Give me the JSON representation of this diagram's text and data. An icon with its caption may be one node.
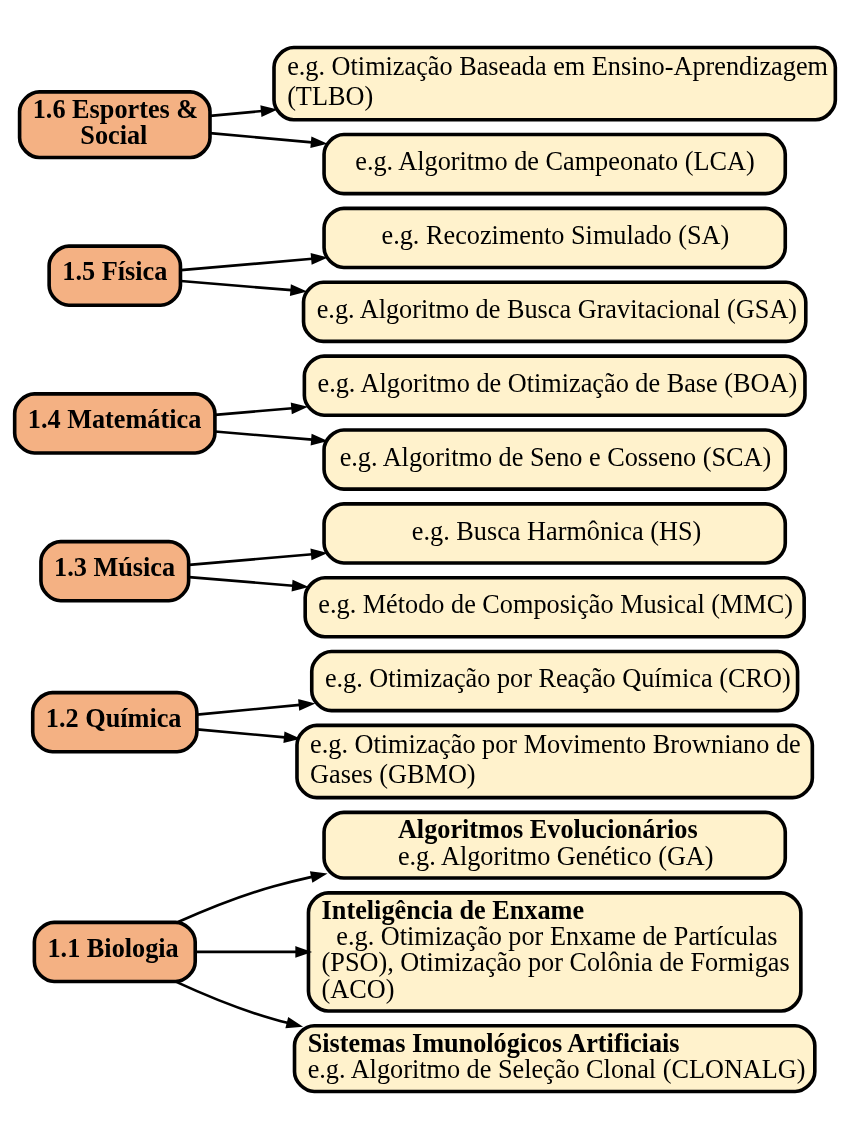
{
  "diagram": {
    "nodes": [
      {
        "text": [
          "1.1 Biologia"
        ]
      },
      {
        "text": [
          "Algoritmos Evolucionários",
          "e.g. Algoritmo Genético (GA)"
        ]
      },
      {
        "text": [
          "Inteligência de Enxame",
          "e.g. Otimização por Enxame de Partículas (PSO), Otimização por Colônia de Formigas (ACO)"
        ]
      },
      {
        "text": [
          "Sistemas Imunológicos Artificiais",
          "e.g. Algoritmo de Seleção Clonal (CLONALG)"
        ]
      },
      {
        "text": [
          "1.2 Química"
        ]
      },
      {
        "text": [
          "e.g. Otimização por Reação Química (CRO)"
        ]
      },
      {
        "text": [
          "e.g. Otimização por Movimento Browniano de Gases (GBMO)"
        ]
      },
      {
        "text": [
          "1.3 Música"
        ]
      },
      {
        "text": [
          "e.g. Busca Harmônica (HS)"
        ]
      },
      {
        "text": [
          "e.g. Método de Composição Musical (MMC)"
        ]
      },
      {
        "text": [
          "1.4 Matemática"
        ]
      },
      {
        "text": [
          "e.g. Algoritmo de Otimização de Base (BOA)"
        ]
      },
      {
        "text": [
          "e.g. Algoritmo de Seno e Cosseno (SCA)"
        ]
      },
      {
        "text": [
          "1.5 Física"
        ]
      },
      {
        "text": [
          "e.g. Recozimento Simulado (SA)"
        ]
      },
      {
        "text": [
          "e.g. Algoritmo de Busca Gravitacional (GSA)"
        ]
      },
      {
        "text": [
          "1.6 Esportes & Social"
        ]
      },
      {
        "text": [
          "e.g. Otimização Baseada em Ensino-Aprendizagem (TLBO)"
        ]
      },
      {
        "text": [
          "e.g. Algoritmo de Campeonato (LCA)"
        ]
      }
    ],
    "edges": [
      {
        "from": 0,
        "to": 1,
        "arrow": "to"
      },
      {
        "from": 0,
        "to": 2,
        "arrow": "to"
      },
      {
        "from": 0,
        "to": 3,
        "arrow": "to"
      },
      {
        "from": 4,
        "to": 5,
        "arrow": "to"
      },
      {
        "from": 4,
        "to": 6,
        "arrow": "to"
      },
      {
        "from": 7,
        "to": 8,
        "arrow": "to"
      },
      {
        "from": 7,
        "to": 9,
        "arrow": "to"
      },
      {
        "from": 10,
        "to": 11,
        "arrow": "to"
      },
      {
        "from": 10,
        "to": 12,
        "arrow": "to"
      },
      {
        "from": 13,
        "to": 14,
        "arrow": "to"
      },
      {
        "from": 13,
        "to": 15,
        "arrow": "to"
      },
      {
        "from": 16,
        "to": 17,
        "arrow": "to"
      },
      {
        "from": 16,
        "to": 18,
        "arrow": "to"
      }
    ]
  }
}
